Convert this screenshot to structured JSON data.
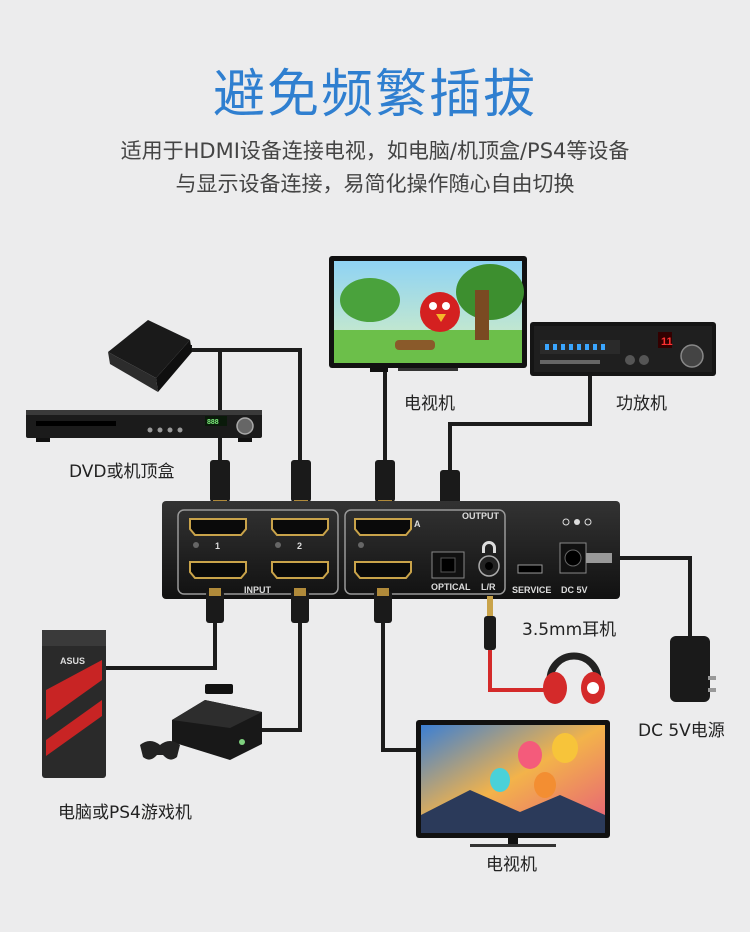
{
  "title": "避免频繁插拔",
  "subtitle_line1": "适用于HDMI设备连接电视，如电脑/机顶盒/PS4等设备",
  "subtitle_line2": "与显示设备连接，易简化操作随心自由切换",
  "labels": {
    "dvd": "DVD或机顶盒",
    "tv_top": "电视机",
    "amp": "功放机",
    "headphone": "3.5mm耳机",
    "power": "DC  5V电源",
    "pc_ps4": "电脑或PS4游戏机",
    "tv_bottom": "电视机"
  },
  "device_panel": {
    "input_label": "INPUT",
    "output_label": "OUTPUT",
    "port_1": "1",
    "port_2": "2",
    "port_a": "A",
    "optical": "OPTICAL",
    "lr": "L/R",
    "service": "SERVICE",
    "dc": "DC 5V"
  },
  "colors": {
    "title": "#2f7fd0",
    "background": "#ececed",
    "cable": "#1a1a1a",
    "headphone_cable": "#d42a2a"
  }
}
